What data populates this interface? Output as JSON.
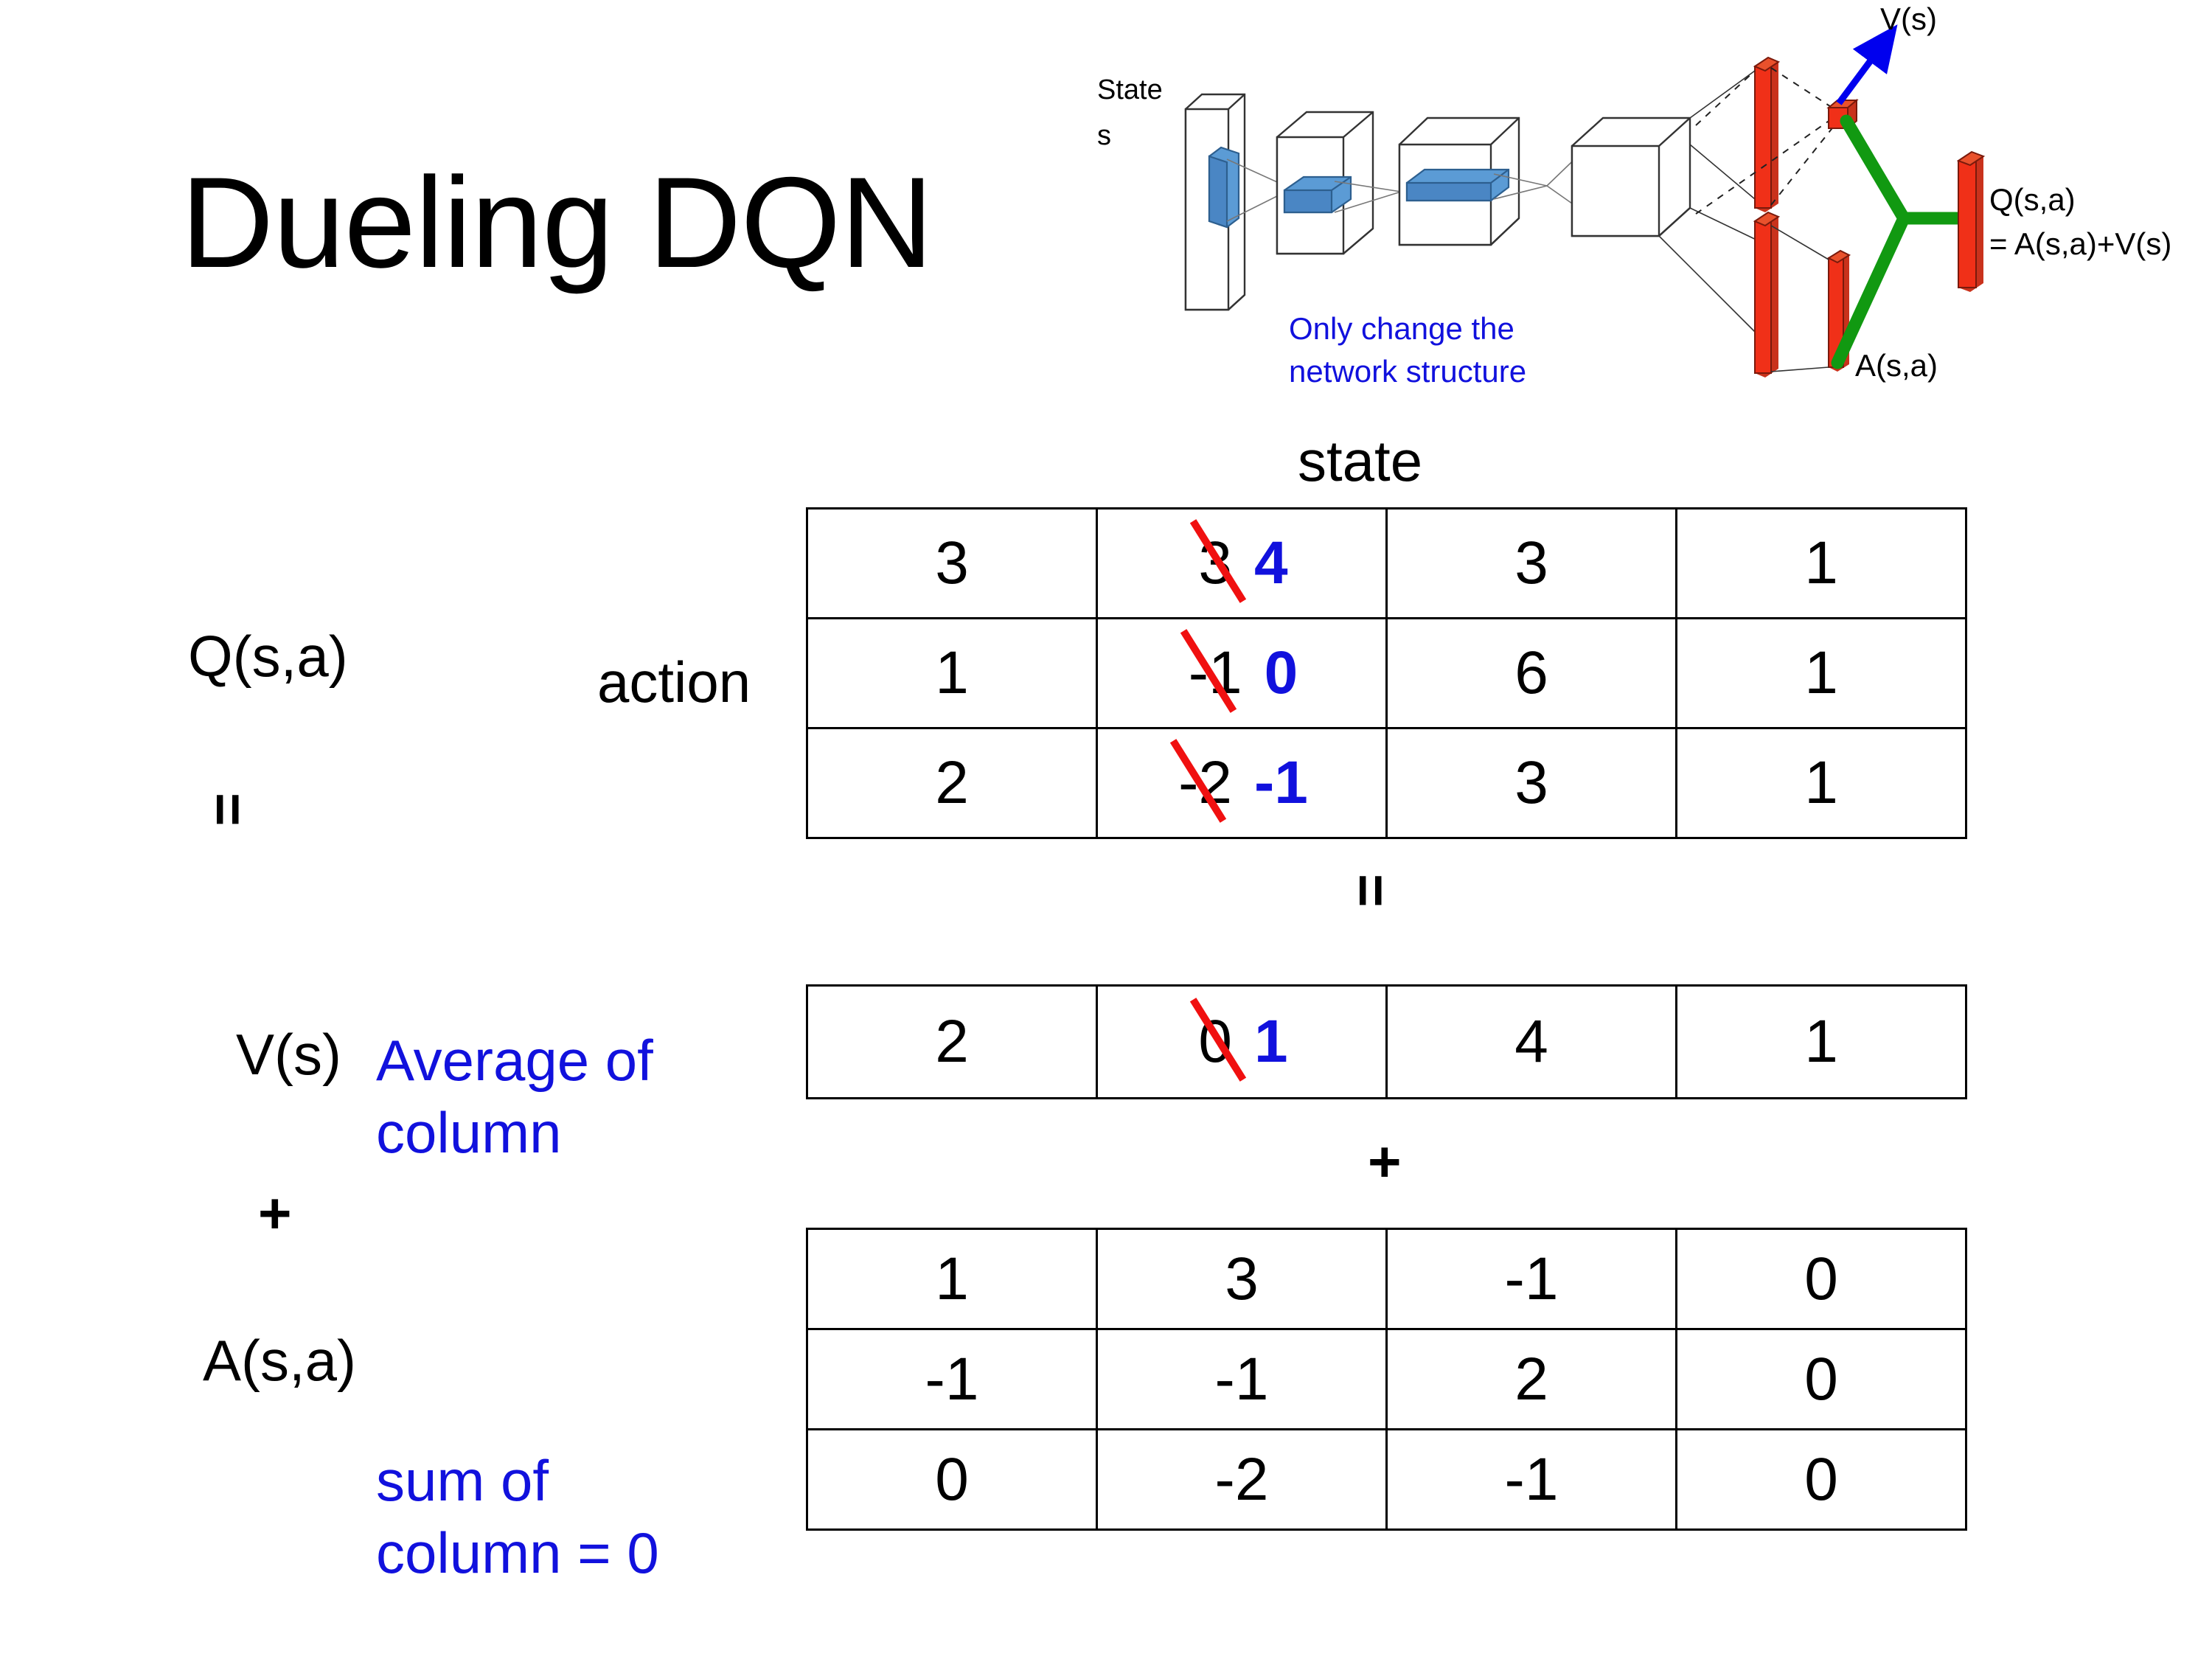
{
  "slide": {
    "title": "Dueling DQN"
  },
  "diagram": {
    "state_label_line1": "State",
    "state_label_line2": "s",
    "note_line1": "Only change the",
    "note_line2": "network structure",
    "value_label": "V(s)",
    "advantage_label": "A(s,a)",
    "q_label_line1": "Q(s,a)",
    "q_label_line2": "= A(s,a)+V(s)",
    "colors": {
      "note_text": "#1111dd",
      "value_arrow": "#0000ee",
      "output_bars": "#f03018",
      "combine_links": "#119911",
      "conv_slabs": "#5b9bd5"
    }
  },
  "labels": {
    "q_function": "Q(s,a)",
    "v_function": "V(s)",
    "a_function": "A(s,a)",
    "action_axis": "action",
    "state_axis": "state",
    "average_note_line1": "Average of",
    "average_note_line2": "column",
    "sum_note_line1": "sum of",
    "sum_note_line2": "column = 0",
    "equals_sign": "=",
    "plus_sign": "+"
  },
  "colors": {
    "annotation_blue": "#1111dd",
    "strikethrough_red": "#f01010",
    "text_black": "#000000"
  },
  "chart_data": {
    "type": "table",
    "title": "Dueling DQN  Q(s,a) = V(s) + A(s,a)",
    "row_axis": "action",
    "col_axis": "state",
    "tables": [
      {
        "name": "Q(s,a)",
        "rows": [
          [
            {
              "value": "3"
            },
            {
              "value": "3",
              "edited": true,
              "new_value": "4"
            },
            {
              "value": "3"
            },
            {
              "value": "1"
            }
          ],
          [
            {
              "value": "1"
            },
            {
              "value": "-1",
              "edited": true,
              "new_value": "0"
            },
            {
              "value": "6"
            },
            {
              "value": "1"
            }
          ],
          [
            {
              "value": "2"
            },
            {
              "value": "-2",
              "edited": true,
              "new_value": "-1"
            },
            {
              "value": "3"
            },
            {
              "value": "1"
            }
          ]
        ]
      },
      {
        "name": "V(s)",
        "rows": [
          [
            {
              "value": "2"
            },
            {
              "value": "0",
              "edited": true,
              "new_value": "1"
            },
            {
              "value": "4"
            },
            {
              "value": "1"
            }
          ]
        ]
      },
      {
        "name": "A(s,a)",
        "rows": [
          [
            {
              "value": "1"
            },
            {
              "value": "3"
            },
            {
              "value": "-1"
            },
            {
              "value": "0"
            }
          ],
          [
            {
              "value": "-1"
            },
            {
              "value": "-1"
            },
            {
              "value": "2"
            },
            {
              "value": "0"
            }
          ],
          [
            {
              "value": "0"
            },
            {
              "value": "-2"
            },
            {
              "value": "-1"
            },
            {
              "value": "0"
            }
          ]
        ]
      }
    ]
  }
}
